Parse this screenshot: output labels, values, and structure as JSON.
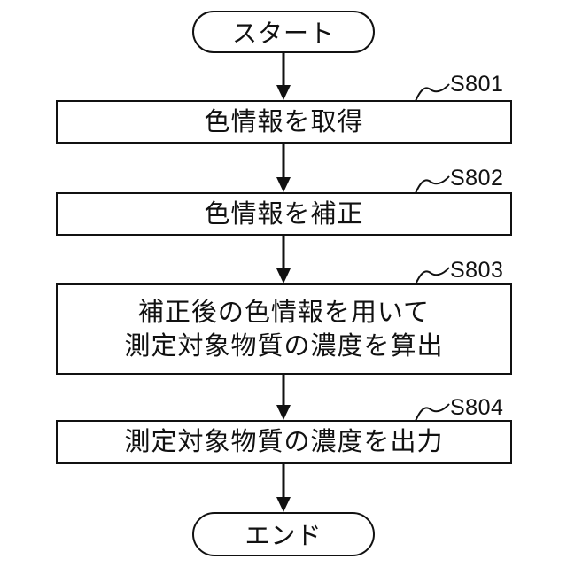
{
  "figure": {
    "type": "flowchart",
    "start_label": "スタート",
    "end_label": "エンド",
    "steps": [
      {
        "id": "S801",
        "lines": [
          "色情報を取得"
        ]
      },
      {
        "id": "S802",
        "lines": [
          "色情報を補正"
        ]
      },
      {
        "id": "S803",
        "lines": [
          "補正後の色情報を用いて",
          "測定対象物質の濃度を算出"
        ]
      },
      {
        "id": "S804",
        "lines": [
          "測定対象物質の濃度を出力"
        ]
      }
    ],
    "colors": {
      "ink": "#111111",
      "background": "#ffffff"
    }
  }
}
